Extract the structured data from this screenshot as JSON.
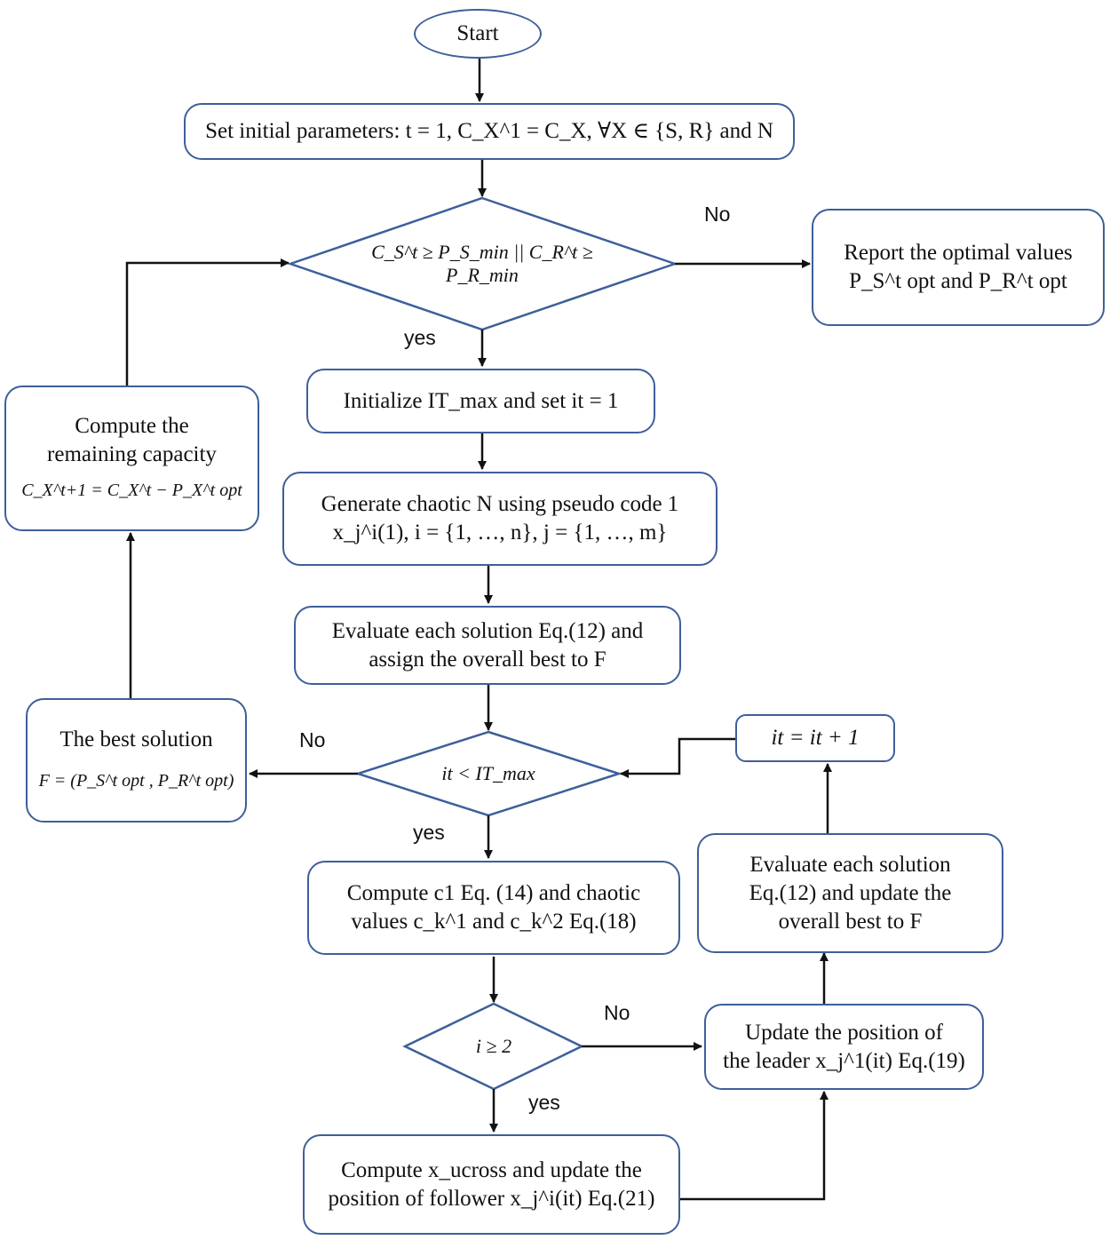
{
  "nodes": {
    "start": "Start",
    "init_params": "Set initial parameters:  t = 1, C_X^1 = C_X, ∀X ∈ {S, R} and N",
    "condition_capacity": "C_S^t ≥ P_S_min || C_R^t ≥ P_R_min",
    "report": {
      "line1": "Report the optimal values",
      "line2": "P_S^t opt and P_R^t opt"
    },
    "init_it": "Initialize IT_max and set it = 1",
    "generate": {
      "line1": "Generate chaotic N using pseudo code 1",
      "line2": "x_j^i(1), i = {1, …, n}, j = {1, …, m}"
    },
    "evaluate": {
      "line1": "Evaluate each solution Eq.(12) and",
      "line2": "assign the overall best  to F"
    },
    "compute_remaining": {
      "line1": "Compute the",
      "line2": "remaining capacity",
      "line3": "C_X^t+1 = C_X^t − P_X^t opt"
    },
    "best_solution": {
      "line1": "The best solution",
      "line2": "F = (P_S^t opt , P_R^t opt)"
    },
    "condition_it": "it < IT_max",
    "it_increment": "it = it + 1",
    "compute_c1": {
      "line1": "Compute c1 Eq. (14) and chaotic",
      "line2": "values c_k^1 and c_k^2 Eq.(18)"
    },
    "evaluate_update": {
      "line1": "Evaluate each solution",
      "line2": "Eq.(12) and update the",
      "line3": "overall best  to F"
    },
    "condition_i": "i ≥ 2",
    "update_leader": {
      "line1": "Update the position of",
      "line2": "the leader x_j^1(it) Eq.(19)"
    },
    "compute_xucross": {
      "line1": "Compute x_ucross and update the",
      "line2": "position of follower x_j^i(it) Eq.(21)"
    }
  },
  "edge_labels": {
    "no_capacity": "No",
    "yes_capacity": "yes",
    "no_it": "No",
    "yes_it": "yes",
    "no_i": "No",
    "yes_i": "yes"
  },
  "colors": {
    "node_border": "#3e5f9a",
    "arrow": "#111111"
  }
}
